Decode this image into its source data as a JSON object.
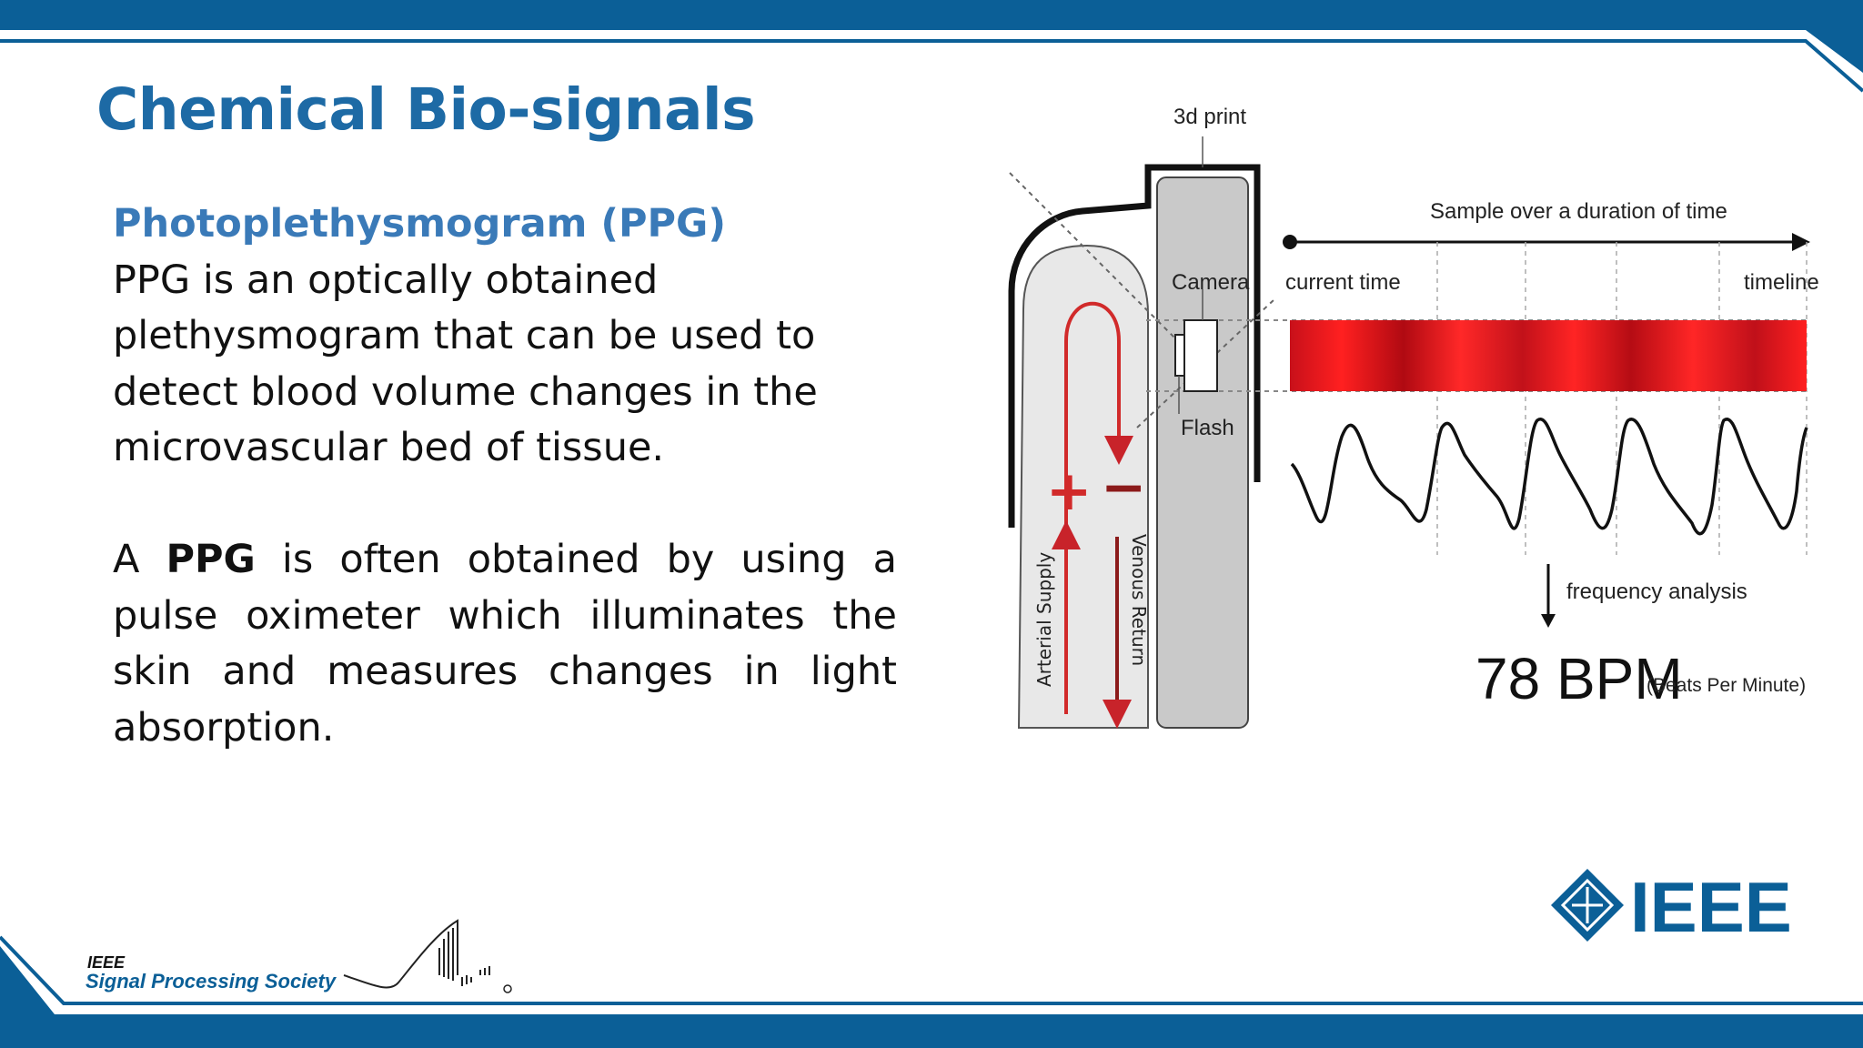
{
  "slide": {
    "title": "Chemical Bio-signals",
    "subtitle": "Photoplethysmogram (PPG)",
    "para1": "PPG is an optically obtained plethysmogram that can be used to detect blood volume changes in the microvascular bed of tissue.",
    "para2": {
      "prefix": "A ",
      "bold": "PPG",
      "suffix": " is often obtained by using a pulse oximeter which illuminates the skin and measures changes in light absorption."
    }
  },
  "diagram": {
    "label_3d_print": "3d print",
    "label_camera": "Camera",
    "label_flash": "Flash",
    "label_arterial": "Arterial Supply",
    "label_venous": "Venous Return",
    "label_plus": "+",
    "label_minus": "−",
    "label_sample": "Sample over a duration of time",
    "label_current_time": "current time",
    "label_timeline": "timeline",
    "label_frequency": "frequency analysis",
    "label_bpm": "78 BPM",
    "label_bpm_note": "(Beats Per Minute)"
  },
  "footer": {
    "ieee_logo": "IEEE",
    "sps_line1": "IEEE",
    "sps_line2": "Signal Processing Society"
  },
  "colors": {
    "brand_blue": "#0b5f97",
    "title_blue": "#1d6aa5",
    "subtitle_blue": "#3a7ab8",
    "arrow_red": "#d12a2a",
    "band_red": "#e30f17"
  }
}
